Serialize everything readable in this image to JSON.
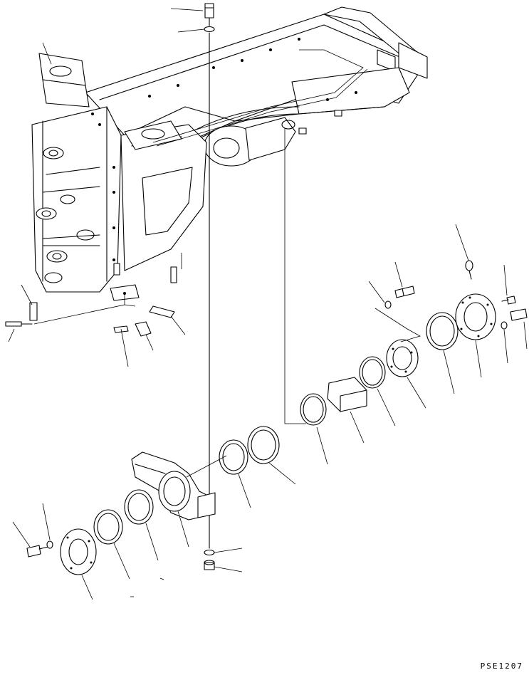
{
  "drawing_code": "PSE1207",
  "icons": [
    "main-frame",
    "center-pin-bolt",
    "washer",
    "nut",
    "rear-axle-support",
    "bushing",
    "seal-ring",
    "thrust-washer",
    "cover-plate",
    "grease-fitting",
    "mounting-bolt",
    "bracket",
    "hose-clamp"
  ],
  "colors": {
    "line": "#000000",
    "background": "#ffffff"
  }
}
